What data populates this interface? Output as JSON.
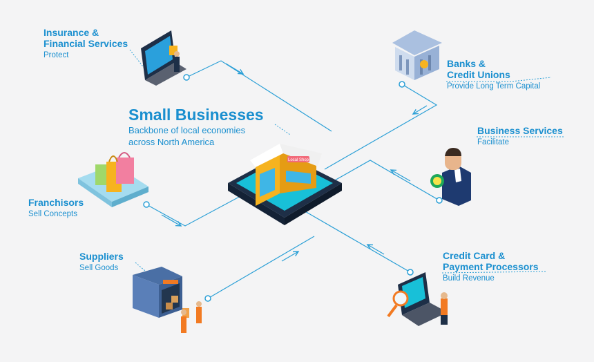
{
  "center": {
    "title": "Small Businesses",
    "subtitle_line1": "Backbone of local economies",
    "subtitle_line2": "across North America",
    "sign": "Local Shop"
  },
  "nodes": {
    "insurance": {
      "title_line1": "Insurance &",
      "title_line2": "Financial Services",
      "subtitle": "Protect"
    },
    "banks": {
      "title_line1": "Banks &",
      "title_line2": "Credit Unions",
      "subtitle": "Provide Long Term Capital"
    },
    "business_services": {
      "title": "Business Services",
      "subtitle": "Facilitate"
    },
    "franchisors": {
      "title": "Franchisors",
      "subtitle": "Sell Concepts"
    },
    "suppliers": {
      "title": "Suppliers",
      "subtitle": "Sell Goods"
    },
    "credit_card": {
      "title_line1": "Credit Card &",
      "title_line2": "Payment Processors",
      "subtitle": "Build Revenue"
    }
  },
  "colors": {
    "accent": "#1a8fcf",
    "line": "#2a9fd6",
    "tablet": "#1e2f47",
    "screen": "#18c0d8",
    "shop_wall": "#f6b31f",
    "background": "#f4f4f5"
  },
  "icons": [
    "laptop-icon",
    "bank-icon",
    "businessman-icon",
    "shopping-bags-icon",
    "warehouse-icon",
    "payment-laptop-icon",
    "shop-icon"
  ]
}
